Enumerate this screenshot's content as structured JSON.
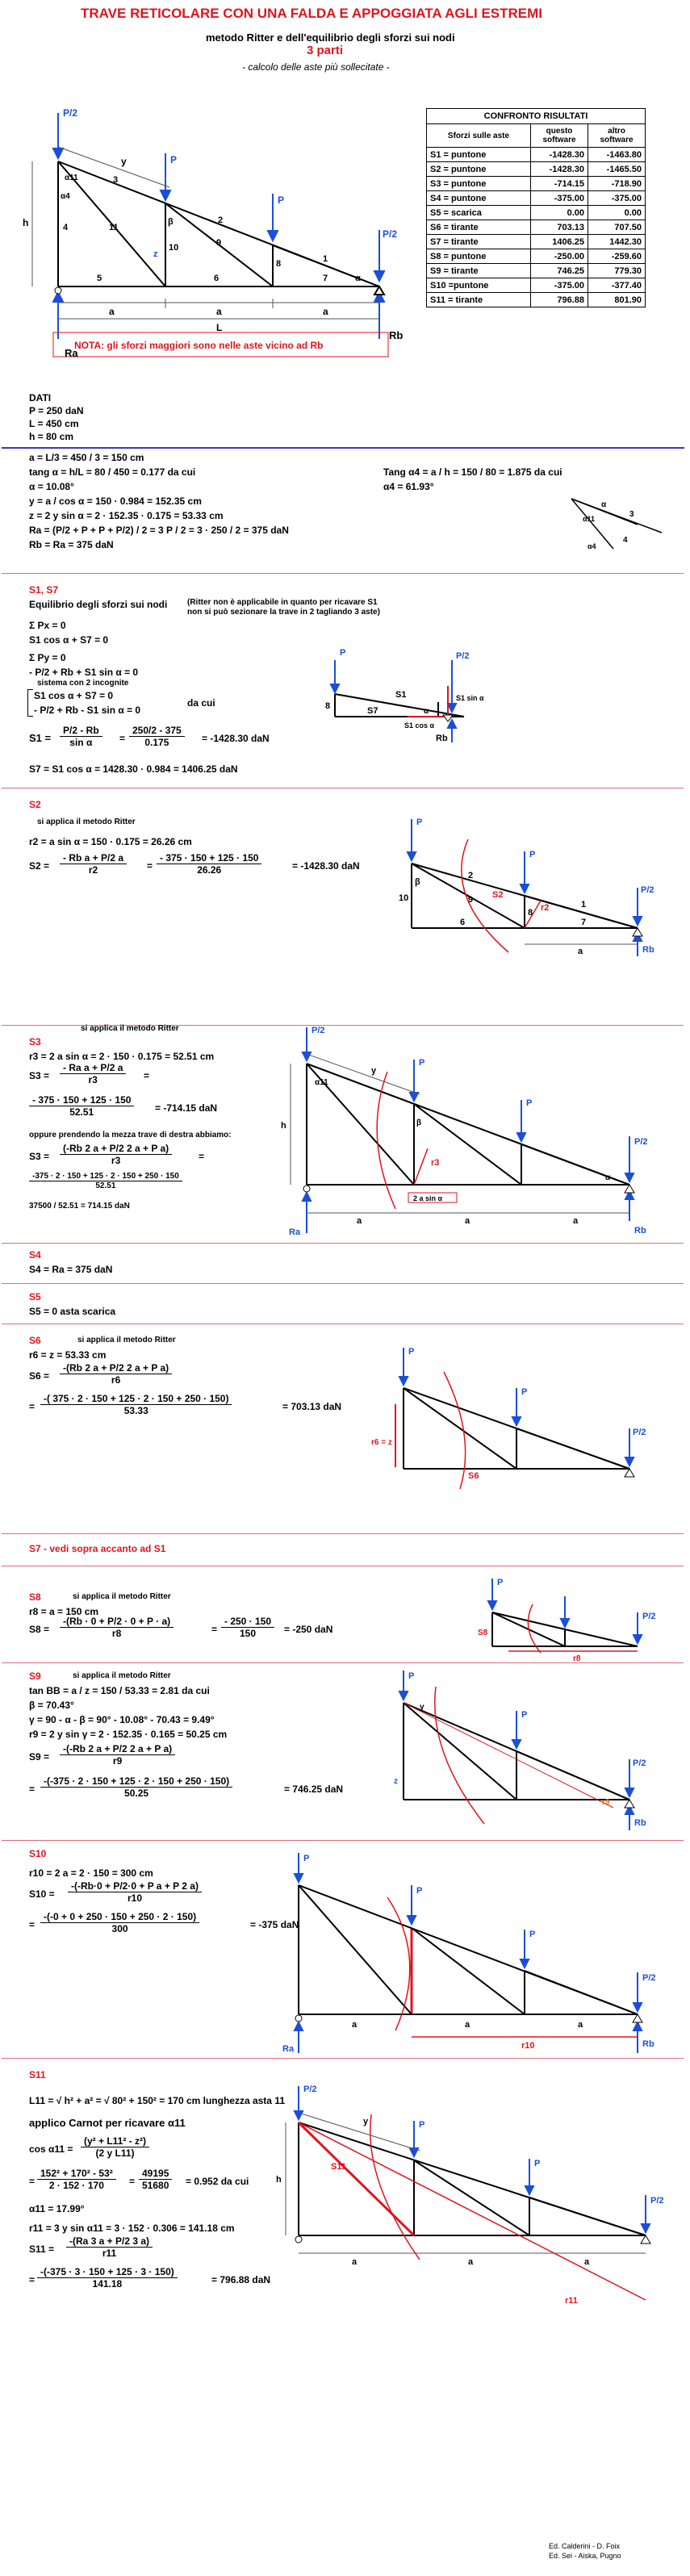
{
  "header": {
    "title": "TRAVE RETICOLARE CON UNA FALDA E APPOGGIATA AGLI ESTREMI",
    "subtitle": "metodo Ritter  e dell'equilibrio degli sforzi sui nodi",
    "parts": "3 parti",
    "note": "- calcolo delle aste più sollecitate -"
  },
  "comparison": {
    "title": "CONFRONTO RISULTATI",
    "col1": "Sforzi sulle  aste",
    "col2": "questo software",
    "col3": "altro software",
    "rows": [
      {
        "label": "S1 = puntone",
        "a": "-1428.30",
        "b": "-1463.80"
      },
      {
        "label": "S2 = puntone",
        "a": "-1428.30",
        "b": "-1465.50"
      },
      {
        "label": "S3 = puntone",
        "a": "-714.15",
        "b": "-718.90"
      },
      {
        "label": "S4 = puntone",
        "a": "-375.00",
        "b": "-375.00"
      },
      {
        "label": "S5 =  scarica",
        "a": "0.00",
        "b": "0.00"
      },
      {
        "label": "S6 = tirante",
        "a": "703.13",
        "b": "707.50"
      },
      {
        "label": "S7 = tirante",
        "a": "1406.25",
        "b": "1442.30"
      },
      {
        "label": "S8 = puntone",
        "a": "-250.00",
        "b": "-259.60"
      },
      {
        "label": "S9 =  tirante",
        "a": "746.25",
        "b": "779.30"
      },
      {
        "label": "S10 =puntone",
        "a": "-375.00",
        "b": "-377.40"
      },
      {
        "label": "S11 = tirante",
        "a": "796.88",
        "b": "801.90"
      }
    ]
  },
  "main_diagram": {
    "p2": "P/2",
    "p": "P",
    "y": "y",
    "h": "h",
    "a": "a",
    "L": "L",
    "alpha11": "α11",
    "alpha4": "α4",
    "alpha": "α",
    "beta": "β",
    "z": "z",
    "ra": "Ra",
    "rb": "Rb",
    "members": [
      "1",
      "2",
      "3",
      "4",
      "5",
      "6",
      "7",
      "8",
      "9",
      "10",
      "11"
    ],
    "note": "NOTA: gli sforzi maggiori sono nelle aste vicino ad Rb"
  },
  "dati": {
    "heading": "DATI",
    "lines": [
      "P = 250  daN",
      "L = 450  cm",
      "h = 80   cm"
    ]
  },
  "geometry": {
    "lines": [
      "a = L/3 = 450 / 3 = 150 cm",
      "tang α  = h/L  =  80 / 450 = 0.177    da cui",
      "α = 10.08°",
      "y = a / cos α  = 150 · 0.984 = 152.35 cm",
      "z = 2 y sin α = 2 · 152.35 · 0.175 = 53.33  cm",
      "Ra = (P/2 + P + P + P/2) / 2 = 3 P / 2 = 3 · 250 / 2 =  375  daN",
      "Rb = Ra = 375 daN"
    ],
    "tang_a4": "Tang α4 = a / h = 150 / 80 = 1.875  da cui",
    "a4": "α4 = 61.93°",
    "small_labels": {
      "alpha": "α",
      "n3": "3",
      "n4": "4",
      "alpha11": "α11",
      "a4": "α4"
    }
  },
  "s1": {
    "heading": "S1,  S7",
    "intro": "Equilibrio degli sforzi sui nodi",
    "ritter_note_1": "(Ritter non è applicabile in quanto  per ricavare S1",
    "ritter_note_2": "non si può sezionare la trave in  2 tagliando 3 aste)",
    "sum_px": "Σ Px = 0",
    "eq1": "S1 cos α + S7 = 0",
    "sum_py": "Σ Py = 0",
    "eq2": "- P/2 + Rb + S1 sin  α  = 0",
    "system_note": "sistema con 2 incognite",
    "sys1": "S1 cos α + S7 = 0",
    "sys2": "- P/2 + Rb - S1 sin  α  = 0",
    "da_cui": "da cui",
    "s1_lhs": "S1 =",
    "s1_num1": "P/2 - Rb",
    "s1_den1": "sin  α",
    "s1_eq": "=",
    "s1_num2": "250/2 - 375",
    "s1_den2": "0.175",
    "s1_res": "= -1428.30  daN",
    "s7_line": "S7 =  S1 cos α  =  1428.30  · 0.984 = 1406.25  daN",
    "diag": {
      "p": "P",
      "p2": "P/2",
      "s1": "S1",
      "s7": "S7",
      "n8": "8",
      "s1sin": "S1 sin α",
      "s1cos": "S1 cos α",
      "rb": "Rb",
      "alpha": "α"
    }
  },
  "s2": {
    "heading": "S2",
    "method": "si applica il metodo Ritter",
    "r2": "r2 = a sin α  = 150 · 0.175 = 26.26  cm",
    "s2_lhs": "S2 =",
    "s2_num1": "- Rb a + P/2  a",
    "s2_den1": "r2",
    "s2_eq": "=",
    "s2_num2": "- 375 · 150 + 125 · 150",
    "s2_den2": "26.26",
    "s2_res": "= -1428.30  daN",
    "diag": {
      "p": "P",
      "p2": "P/2",
      "s2": "S2",
      "r2": "r2",
      "rb": "Rb",
      "a": "a",
      "beta": "β",
      "n10": "10",
      "n9": "9",
      "n8": "8",
      "n6": "6",
      "n2": "2",
      "n1": "1",
      "n7": "7"
    }
  },
  "s3": {
    "heading": "S3",
    "method": "si applica il metodo Ritter",
    "r3": "r3 = 2 a sin  α  = 2 · 150 · 0.175 = 52.51  cm",
    "s3_lhs": "S3 =",
    "s3_num1": "- Ra a + P/2 a",
    "s3_den1": "r3",
    "s3_eq1": "=",
    "s3_num2": "- 375 · 150 + 125 · 150",
    "s3_den2": "52.51",
    "s3_res": "= -714.15  daN",
    "oppure": "oppure prendendo la mezza trave di destra abbiamo:",
    "s3b_lhs": "S3 =",
    "s3b_num": "(-Rb 2 a + P/2 2 a + P a)",
    "s3b_den": "r3",
    "s3b_eq": "=",
    "s3c_num": "-375 · 2 · 150 + 125 · 2 · 150 + 250 · 150",
    "s3c_den": "52.51",
    "s3c_res": "37500 / 52.51 = 714.15  daN",
    "diag": {
      "p2": "P/2",
      "p": "P",
      "y": "y",
      "h": "h",
      "a": "a",
      "ra": "Ra",
      "rb": "Rb",
      "r3": "r3",
      "two_a_sin": "2 a sin α",
      "alpha11": "α11",
      "alpha": "α",
      "beta": "β"
    }
  },
  "s4": {
    "heading": "S4",
    "line": "S4 = Ra = 375 daN"
  },
  "s5": {
    "heading": "S5",
    "line": "S5 = 0  asta scarica"
  },
  "s6": {
    "heading": "S6",
    "method": "si applica il metodo Ritter",
    "r6": "r6 = z = 53.33 cm",
    "s6_lhs": "S6 =",
    "s6_num": "-(Rb 2 a + P/2 2 a + P a)",
    "s6_den": "r6",
    "s6_eq": "=",
    "s6b_num": "-( 375 · 2 · 150 + 125 · 2 · 150 + 250 · 150)",
    "s6b_den": "53.33",
    "s6b_res": "= 703.13  daN",
    "diag": {
      "p": "P",
      "p2": "P/2",
      "r6z": "r6 = z",
      "s6": "S6"
    }
  },
  "s7": {
    "heading": "S7 -  vedi sopra accanto ad S1"
  },
  "s8": {
    "heading": "S8",
    "method": "si applica il metodo Ritter",
    "r8": "r8 = a = 150 cm",
    "s8_lhs": "S8 =",
    "s8_num": "-(Rb · 0 + P/2 · 0 + P · a)",
    "s8_den": "r8",
    "s8_eq": "=",
    "s8b_num": "- 250 · 150",
    "s8b_den": "150",
    "s8b_res": "= -250  daN",
    "diag": {
      "p": "P",
      "p2": "P/2",
      "s8": "S8",
      "r8": "r8"
    }
  },
  "s9": {
    "heading": "S9",
    "method": "si applica il metodo Ritter",
    "tanbb": "tan  BB = a / z  =  150 / 53.33 = 2.81     da cui",
    "beta": "β = 70.43°",
    "gamma": "γ = 90 - α - β = 90° - 10.08° - 70.43 = 9.49°",
    "r9": "r9 = 2 y sin γ  = 2 · 152.35 · 0.165 = 50.25  cm",
    "s9_lhs": "S9 =",
    "s9_num": "-(-Rb 2 a + P/2  2 a + P a)",
    "s9_den": "r9",
    "s9_eq": "=",
    "s9b_num": "-(-375 · 2 · 150 + 125 · 2 · 150 + 250 · 150)",
    "s9b_den": "50.25",
    "s9b_res": "= 746.25  daN",
    "diag": {
      "p": "P",
      "p2": "P/2",
      "gamma": "γ",
      "z": "z",
      "r9": "r9",
      "rb": "Rb"
    }
  },
  "s10": {
    "heading": "S10",
    "r10": "r10 = 2 a = 2 · 150 = 300  cm",
    "s10_lhs": "S10 =",
    "s10_num": "-(-Rb·0 + P/2·0 + P a + P 2 a)",
    "s10_den": "r10",
    "s10_eq": "=",
    "s10b_num": "-(-0 + 0 + 250 · 150 + 250 · 2 · 150)",
    "s10b_den": "300",
    "s10b_res": "= -375  daN",
    "diag": {
      "p": "P",
      "p2": "P/2",
      "ra": "Ra",
      "rb": "Rb",
      "r10": "r10",
      "a": "a"
    }
  },
  "s11": {
    "heading": "S11",
    "l11": "L11 = √ h² + a²  = √ 80² + 150² = 170  cm     lunghezza asta 11",
    "carnot": "applico Carnot  per ricavare α11",
    "cos_lhs": "cos α11 =",
    "cos_num": "(y² + L11² - z²)",
    "cos_den": "(2 y L11)",
    "cos_eq": "=",
    "cos2_num": "152² + 170² - 53²",
    "cos2_den": "2 · 152 · 170",
    "cos2_mid": "=",
    "cos3_num": "49195",
    "cos3_den": "51680",
    "cos3_res": "= 0.952  da cui",
    "a11": "α11 = 17.99°",
    "r11": "r11 = 3 y sin α11 = 3 · 152 · 0.306 = 141.18 cm",
    "s11_lhs": "S11 =",
    "s11_num": "-(Ra 3 a + P/2 3 a)",
    "s11_den": "r11",
    "s11_eq": "=",
    "s11b_num": "-(-375 · 3 · 150 + 125 · 3 · 150)",
    "s11b_den": "141.18",
    "s11b_res": "= 796.88  daN",
    "credits": [
      "Ed. Calderini - D. Foix",
      "Ed. Sei - Aiska, Pugno"
    ],
    "diag": {
      "p": "P",
      "p2": "P/2",
      "s11": "S11",
      "r11": "r11",
      "y": "y",
      "h": "h",
      "a": "a"
    }
  },
  "colors": {
    "red": "#e0141e",
    "blue": "#1a4fd6",
    "pink": "#e26b7a"
  }
}
